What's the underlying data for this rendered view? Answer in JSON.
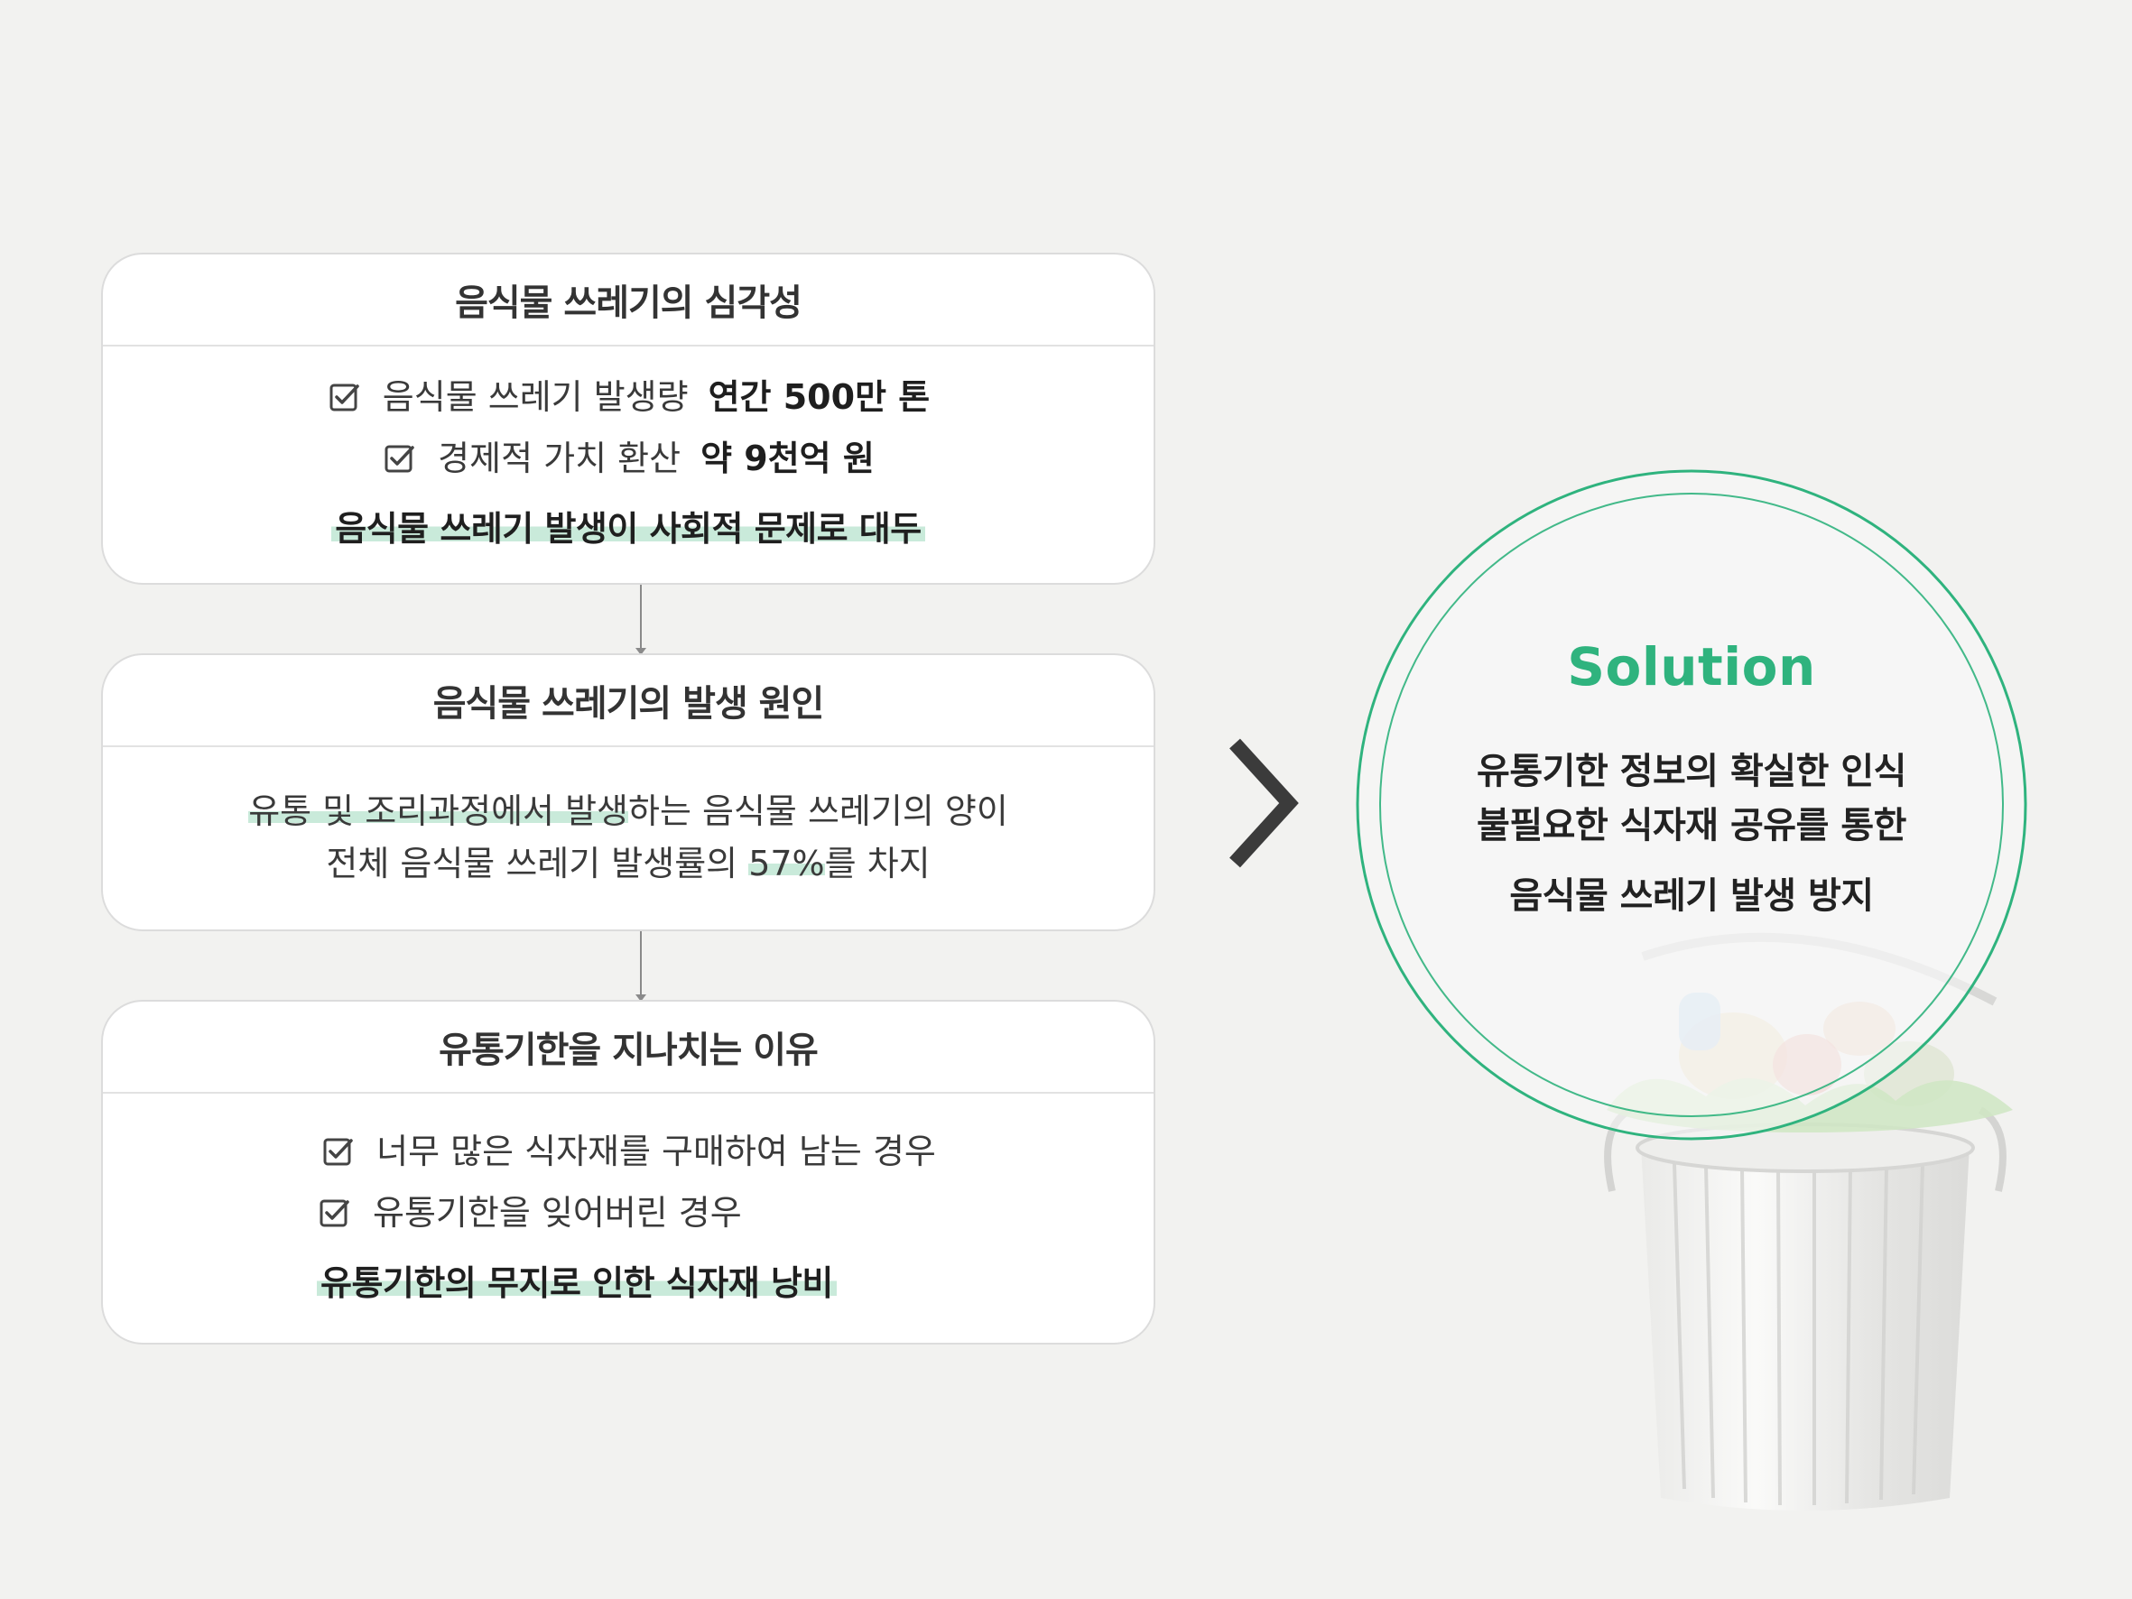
{
  "colors": {
    "background": "#f2f2f0",
    "accent": "#2fb37e",
    "highlight": "#c9eada",
    "card_border": "#dcdcdc"
  },
  "icons": {
    "check": "checkbox-check-icon",
    "arrow": "chevron-right-icon",
    "image": "trash-bin-with-food-waste"
  },
  "cards": [
    {
      "title": "음식물 쓰레기의 심각성",
      "items": [
        {
          "label": "음식물 쓰레기 발생량",
          "value": "연간 500만 톤"
        },
        {
          "label": "경제적 가치 환산",
          "value": "약 9천억 원"
        }
      ],
      "conclusion": "음식물 쓰레기 발생이 사회적 문제로 대두"
    },
    {
      "title": "음식물 쓰레기의 발생 원인",
      "line1_marked": "유통 및 조리과정에서 발생",
      "line1_rest": "하는 음식물 쓰레기의 양이",
      "line2_pre": "전체 음식물 쓰레기 발생률의 ",
      "line2_marked": "57%",
      "line2_post": "를 차지"
    },
    {
      "title": "유통기한을 지나치는 이유",
      "items": [
        {
          "label": "너무 많은 식자재를 구매하여 남는 경우"
        },
        {
          "label": "유통기한을 잊어버린 경우"
        }
      ],
      "conclusion": "유통기한의 무지로 인한 식자재 낭비"
    }
  ],
  "solution": {
    "title": "Solution",
    "line1": "유통기한 정보의 확실한 인식",
    "line2": "불필요한 식자재 공유를 통한",
    "line3": "음식물 쓰레기 발생 방지"
  }
}
